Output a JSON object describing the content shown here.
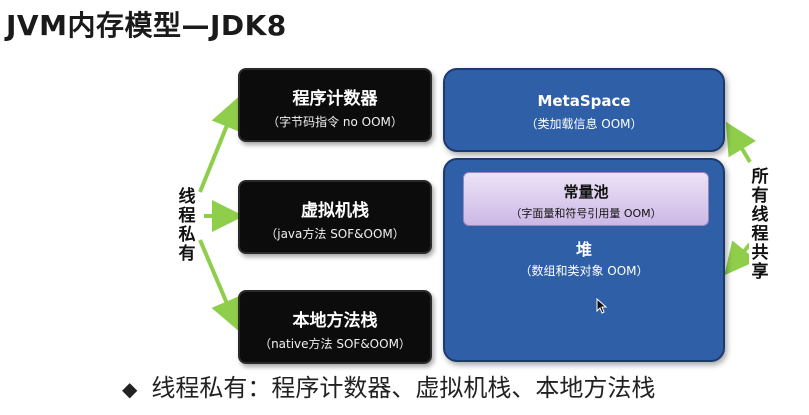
{
  "title": "JVM内存模型—JDK8",
  "thread_private": {
    "label": "线程私有",
    "boxes": [
      {
        "title": "程序计数器",
        "sub": "（字节码指令 no OOM）"
      },
      {
        "title": "虚拟机栈",
        "sub": "（java方法 SOF&OOM）"
      },
      {
        "title": "本地方法栈",
        "sub": "（native方法 SOF&OOM）"
      }
    ]
  },
  "shared": {
    "label": "所有线程共享",
    "metaspace": {
      "title": "MetaSpace",
      "sub": "（类加载信息 OOM）"
    },
    "heap": {
      "title": "堆",
      "sub": "（数组和类对象 OOM）",
      "constant_pool": {
        "title": "常量池",
        "sub": "（字面量和符号引用量 OOM）"
      }
    }
  },
  "bullet": {
    "icon": "diamond-bullet-icon",
    "text": "线程私有：程序计数器、虚拟机栈、本地方法栈"
  },
  "colors": {
    "arrow": "#8fce4a",
    "box_black": "#0c0c0c",
    "box_blue": "#2f5fa6",
    "pool": "#d9c9ee"
  }
}
